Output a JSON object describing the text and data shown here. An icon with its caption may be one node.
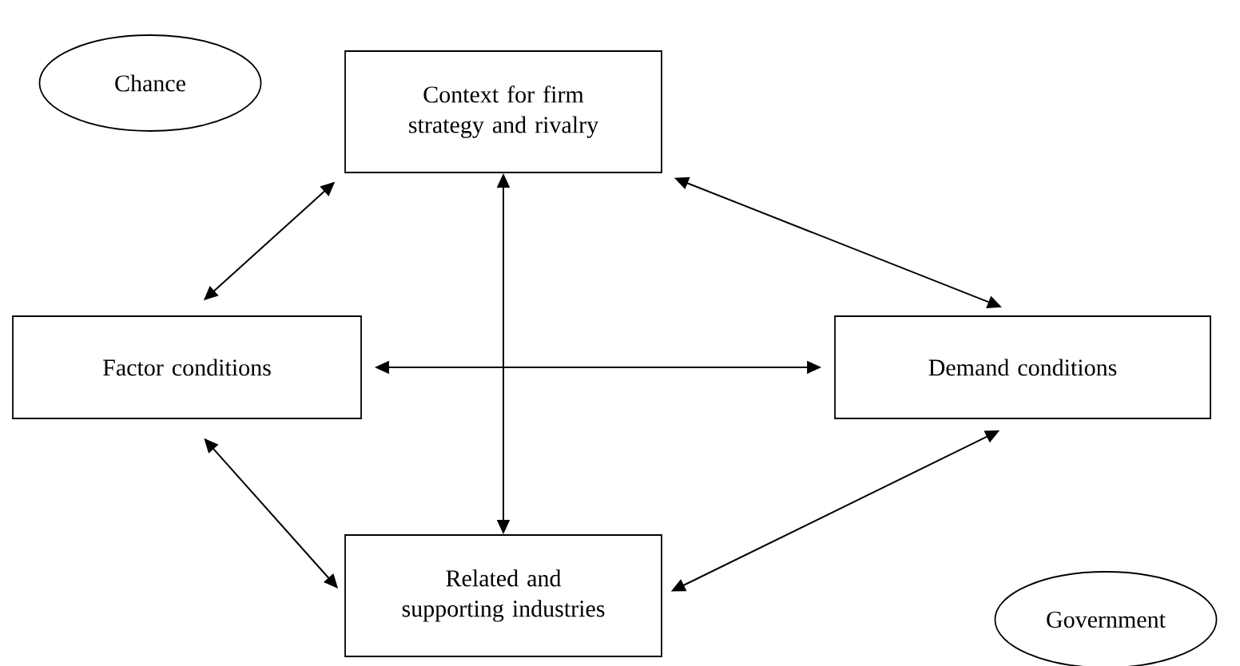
{
  "diagram": {
    "nodes": [
      {
        "text": [
          "Chance"
        ]
      },
      {
        "text": [
          "Context for firm strategy and rivalry"
        ]
      },
      {
        "text": [
          "Factor conditions"
        ]
      },
      {
        "text": [
          "Demand conditions"
        ]
      },
      {
        "text": [
          "Related and supporting industries"
        ]
      },
      {
        "text": [
          "Government"
        ]
      }
    ],
    "edges": [
      {
        "from": 1,
        "to": 2,
        "arrow": "both"
      },
      {
        "from": 1,
        "to": 3,
        "arrow": "both"
      },
      {
        "from": 1,
        "to": 4,
        "arrow": "both"
      },
      {
        "from": 2,
        "to": 3,
        "arrow": "both"
      },
      {
        "from": 2,
        "to": 4,
        "arrow": "both"
      },
      {
        "from": 3,
        "to": 4,
        "arrow": "both"
      }
    ]
  }
}
